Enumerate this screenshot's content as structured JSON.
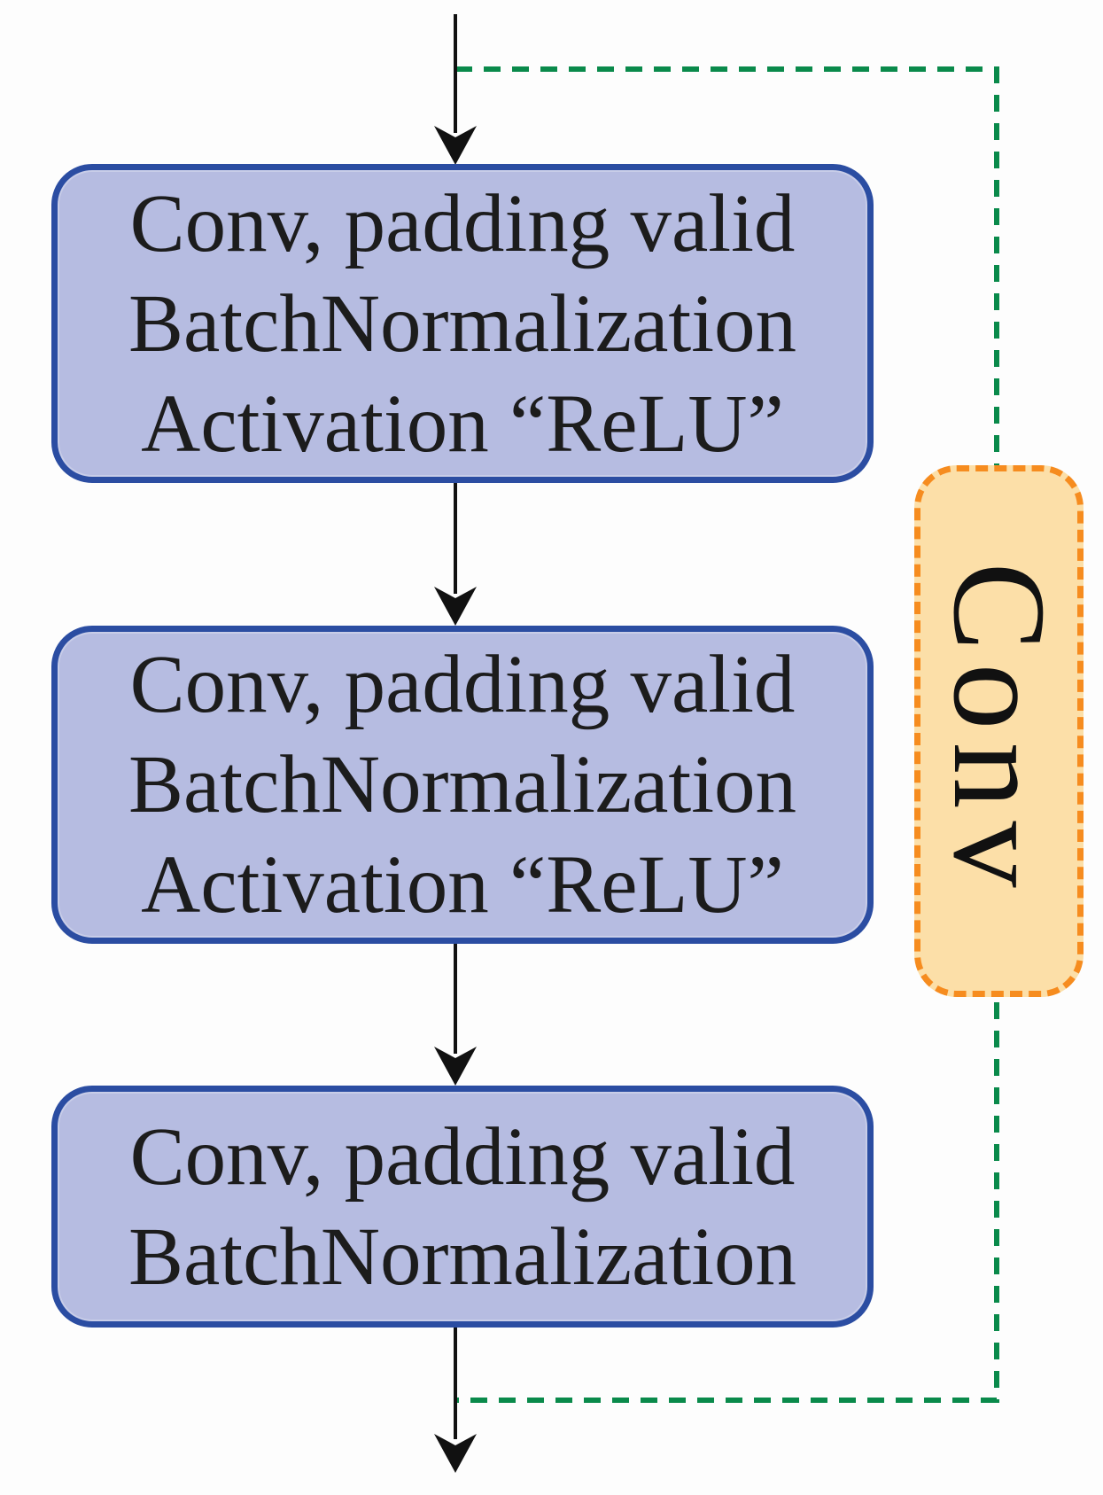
{
  "colors": {
    "background": "#fdfdfd",
    "block_fill": "#b6bce1",
    "block_border": "#2b4da2",
    "side_fill": "#fcdfa8",
    "side_border": "#f68c1f",
    "skip_line": "#0a8a4b",
    "arrow": "#111111",
    "text": "#1c1c1c"
  },
  "blocks": [
    {
      "lines": [
        "Conv, padding valid",
        "BatchNormalization",
        "Activation “ReLU”"
      ]
    },
    {
      "lines": [
        "Conv, padding valid",
        "BatchNormalization",
        "Activation “ReLU”"
      ]
    },
    {
      "lines": [
        "Conv, padding valid",
        "BatchNormalization"
      ]
    }
  ],
  "side_box": {
    "label": "Conv"
  }
}
